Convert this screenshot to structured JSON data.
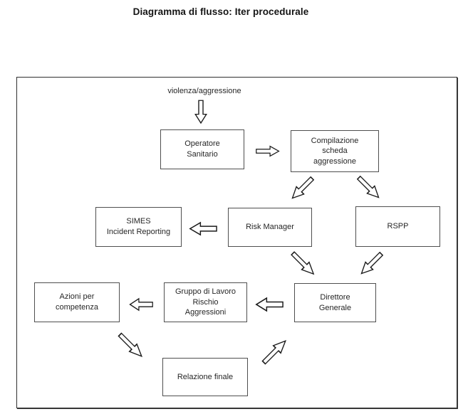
{
  "title": "Diagramma di flusso: Iter procedurale",
  "colors": {
    "background": "#ffffff",
    "frame_border": "#303030",
    "node_border": "#4f4f4f",
    "text": "#262626",
    "arrow_outline": "#1a1a1a",
    "arrow_fill": "#ffffff"
  },
  "flowchart": {
    "start_label": "violenza/aggressione",
    "nodes": {
      "operatore": {
        "label": "Operatore\nSanitario"
      },
      "compilazione": {
        "label": "Compilazione\nscheda\naggressione"
      },
      "simes": {
        "label": "SIMES\nIncident Reporting"
      },
      "risk_manager": {
        "label": "Risk Manager"
      },
      "rspp": {
        "label": "RSPP"
      },
      "direttore": {
        "label": "Direttore\nGenerale"
      },
      "gruppo": {
        "label": "Gruppo di Lavoro\nRischio\nAggressioni"
      },
      "azioni": {
        "label": "Azioni per\ncompetenza"
      },
      "relazione": {
        "label": "Relazione finale"
      }
    },
    "edges": [
      {
        "from": "violenza/aggressione",
        "to": "Operatore Sanitario",
        "direction": "down"
      },
      {
        "from": "Operatore Sanitario",
        "to": "Compilazione scheda aggressione",
        "direction": "right"
      },
      {
        "from": "Compilazione scheda aggressione",
        "to": "Risk Manager",
        "direction": "down-left"
      },
      {
        "from": "Compilazione scheda aggressione",
        "to": "RSPP",
        "direction": "down-right"
      },
      {
        "from": "Risk Manager",
        "to": "SIMES Incident Reporting",
        "direction": "left"
      },
      {
        "from": "Risk Manager",
        "to": "Direttore Generale",
        "direction": "down-right"
      },
      {
        "from": "RSPP",
        "to": "Direttore Generale",
        "direction": "down-left"
      },
      {
        "from": "Direttore Generale",
        "to": "Gruppo di Lavoro Rischio Aggressioni",
        "direction": "left"
      },
      {
        "from": "Gruppo di Lavoro Rischio Aggressioni",
        "to": "Azioni per competenza",
        "direction": "left"
      },
      {
        "from": "Azioni per competenza",
        "to": "Relazione finale",
        "direction": "down-right"
      },
      {
        "from": "Relazione finale",
        "to": "Direttore Generale",
        "direction": "up-right"
      }
    ]
  }
}
